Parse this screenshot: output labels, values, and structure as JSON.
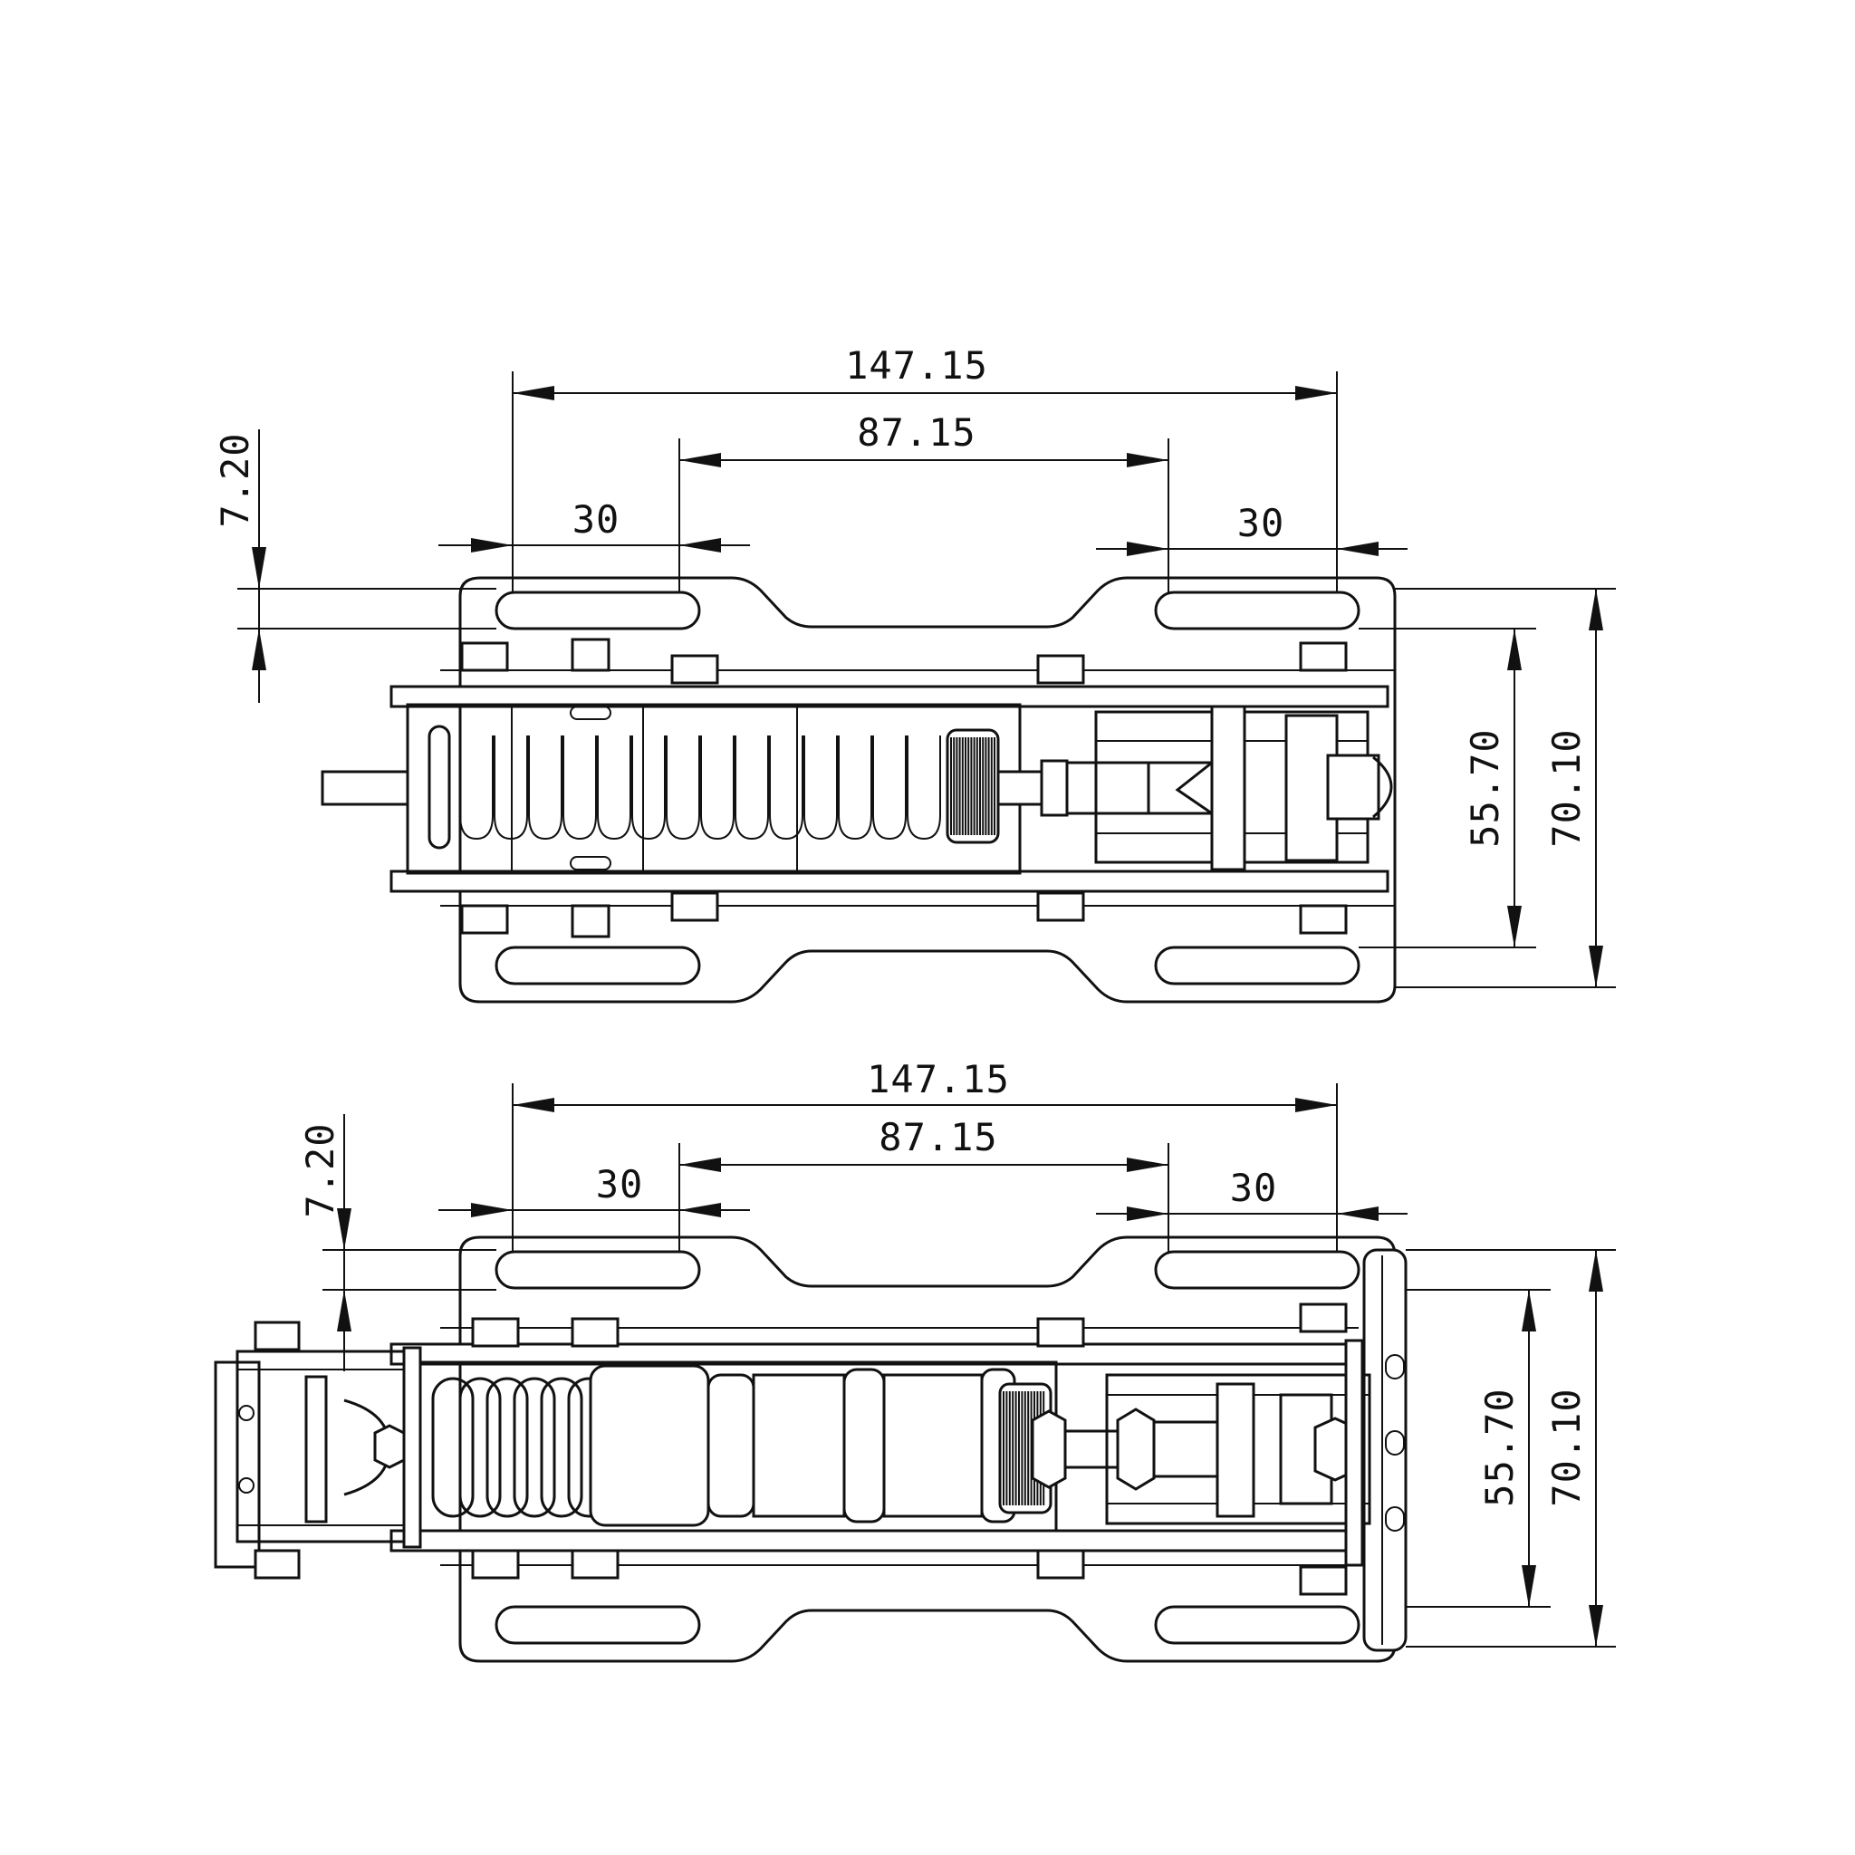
{
  "drawing": {
    "views": [
      {
        "name": "view-1",
        "dimensions": {
          "overall_slot_span": "147.15",
          "inner_slot_span": "87.15",
          "left_slot_length": "30",
          "right_slot_length": "30",
          "slot_offset": "7.20",
          "slot_centre_height": "55.70",
          "overall_height": "70.10"
        }
      },
      {
        "name": "view-2",
        "dimensions": {
          "overall_slot_span": "147.15",
          "inner_slot_span": "87.15",
          "left_slot_length": "30",
          "right_slot_length": "30",
          "slot_offset": "7.20",
          "slot_centre_height": "55.70",
          "overall_height": "70.10"
        }
      }
    ]
  }
}
